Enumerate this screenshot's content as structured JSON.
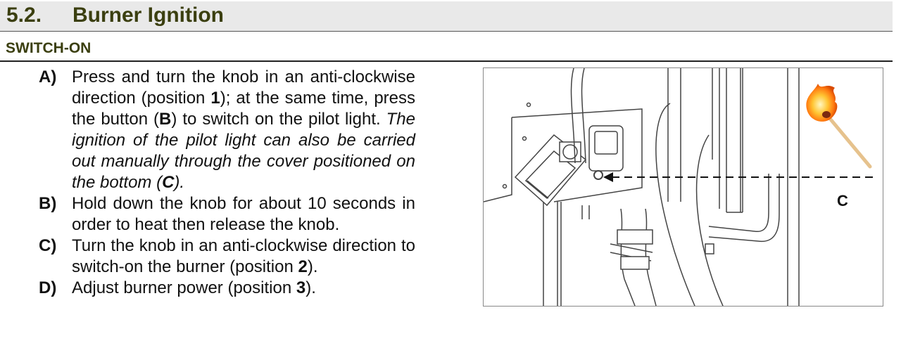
{
  "section": {
    "number": "5.2.",
    "title": "Burner Ignition"
  },
  "subsection": {
    "title": "SWITCH-ON"
  },
  "steps": [
    {
      "label": "A)",
      "parts": [
        {
          "t": "Press and turn the knob in an anti-clockwise direction (position "
        },
        {
          "t": "1",
          "b": true
        },
        {
          "t": "); at the same time, press the button ("
        },
        {
          "t": "B",
          "b": true
        },
        {
          "t": ") to switch on the pilot light. "
        },
        {
          "t": "The ignition of the pilot light can also be carried out manually through the cover positioned on the bottom (",
          "i": true
        },
        {
          "t": "C",
          "i": true,
          "b": true
        },
        {
          "t": ").",
          "i": true
        }
      ]
    },
    {
      "label": "B)",
      "parts": [
        {
          "t": "Hold down the knob for about 10 seconds in order to heat then release the knob."
        }
      ]
    },
    {
      "label": "C)",
      "parts": [
        {
          "t": "Turn the knob in an anti-clockwise direction to switch-on the burner (position "
        },
        {
          "t": "2",
          "b": true
        },
        {
          "t": ")."
        }
      ]
    },
    {
      "label": "D)",
      "parts": [
        {
          "t": "Adjust burner power (position "
        },
        {
          "t": "3",
          "b": true
        },
        {
          "t": ")."
        }
      ]
    }
  ],
  "figure": {
    "callout_label": "C",
    "icons": [
      "burner-assembly-illustration",
      "lit-match-icon"
    ]
  }
}
